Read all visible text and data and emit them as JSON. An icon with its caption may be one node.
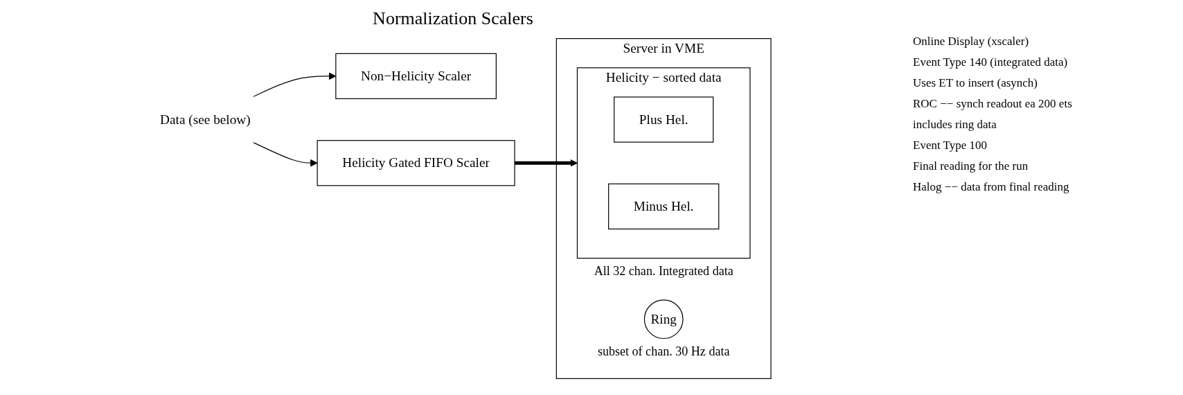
{
  "diagram": {
    "title": "Normalization Scalers",
    "nodes": [
      {
        "text": [
          "Data  (see below)"
        ]
      },
      {
        "text": [
          "Non−Helicity Scaler"
        ]
      },
      {
        "text": [
          "Helicity Gated FIFO Scaler"
        ]
      },
      {
        "text": [
          "Server in VME"
        ]
      },
      {
        "text": [
          "Helicity − sorted data"
        ],
        "beside": [
          "All 32 chan. Integrated data"
        ],
        "in": 3
      },
      {
        "text": [
          "Plus Hel."
        ],
        "in": 4
      },
      {
        "text": [
          "Minus Hel."
        ],
        "in": 4
      },
      {
        "text": [
          "Ring"
        ],
        "beside": [
          "subset of chan. 30 Hz data"
        ],
        "in": 3
      }
    ],
    "edges": [
      {
        "from": 0,
        "to": 1,
        "arrow": "to"
      },
      {
        "from": 0,
        "to": 2,
        "arrow": "to"
      },
      {
        "from": 2,
        "to": 4,
        "arrow": "to",
        "style": "thick"
      }
    ],
    "labels": [
      "Online Display (xscaler)",
      "Event Type 140 (integrated data)",
      "Uses ET to insert (asynch)",
      "ROC −− synch readout ea 200 ets",
      "includes ring data",
      "Event Type 100",
      "Final reading for the run",
      "Halog −− data from final reading"
    ]
  }
}
